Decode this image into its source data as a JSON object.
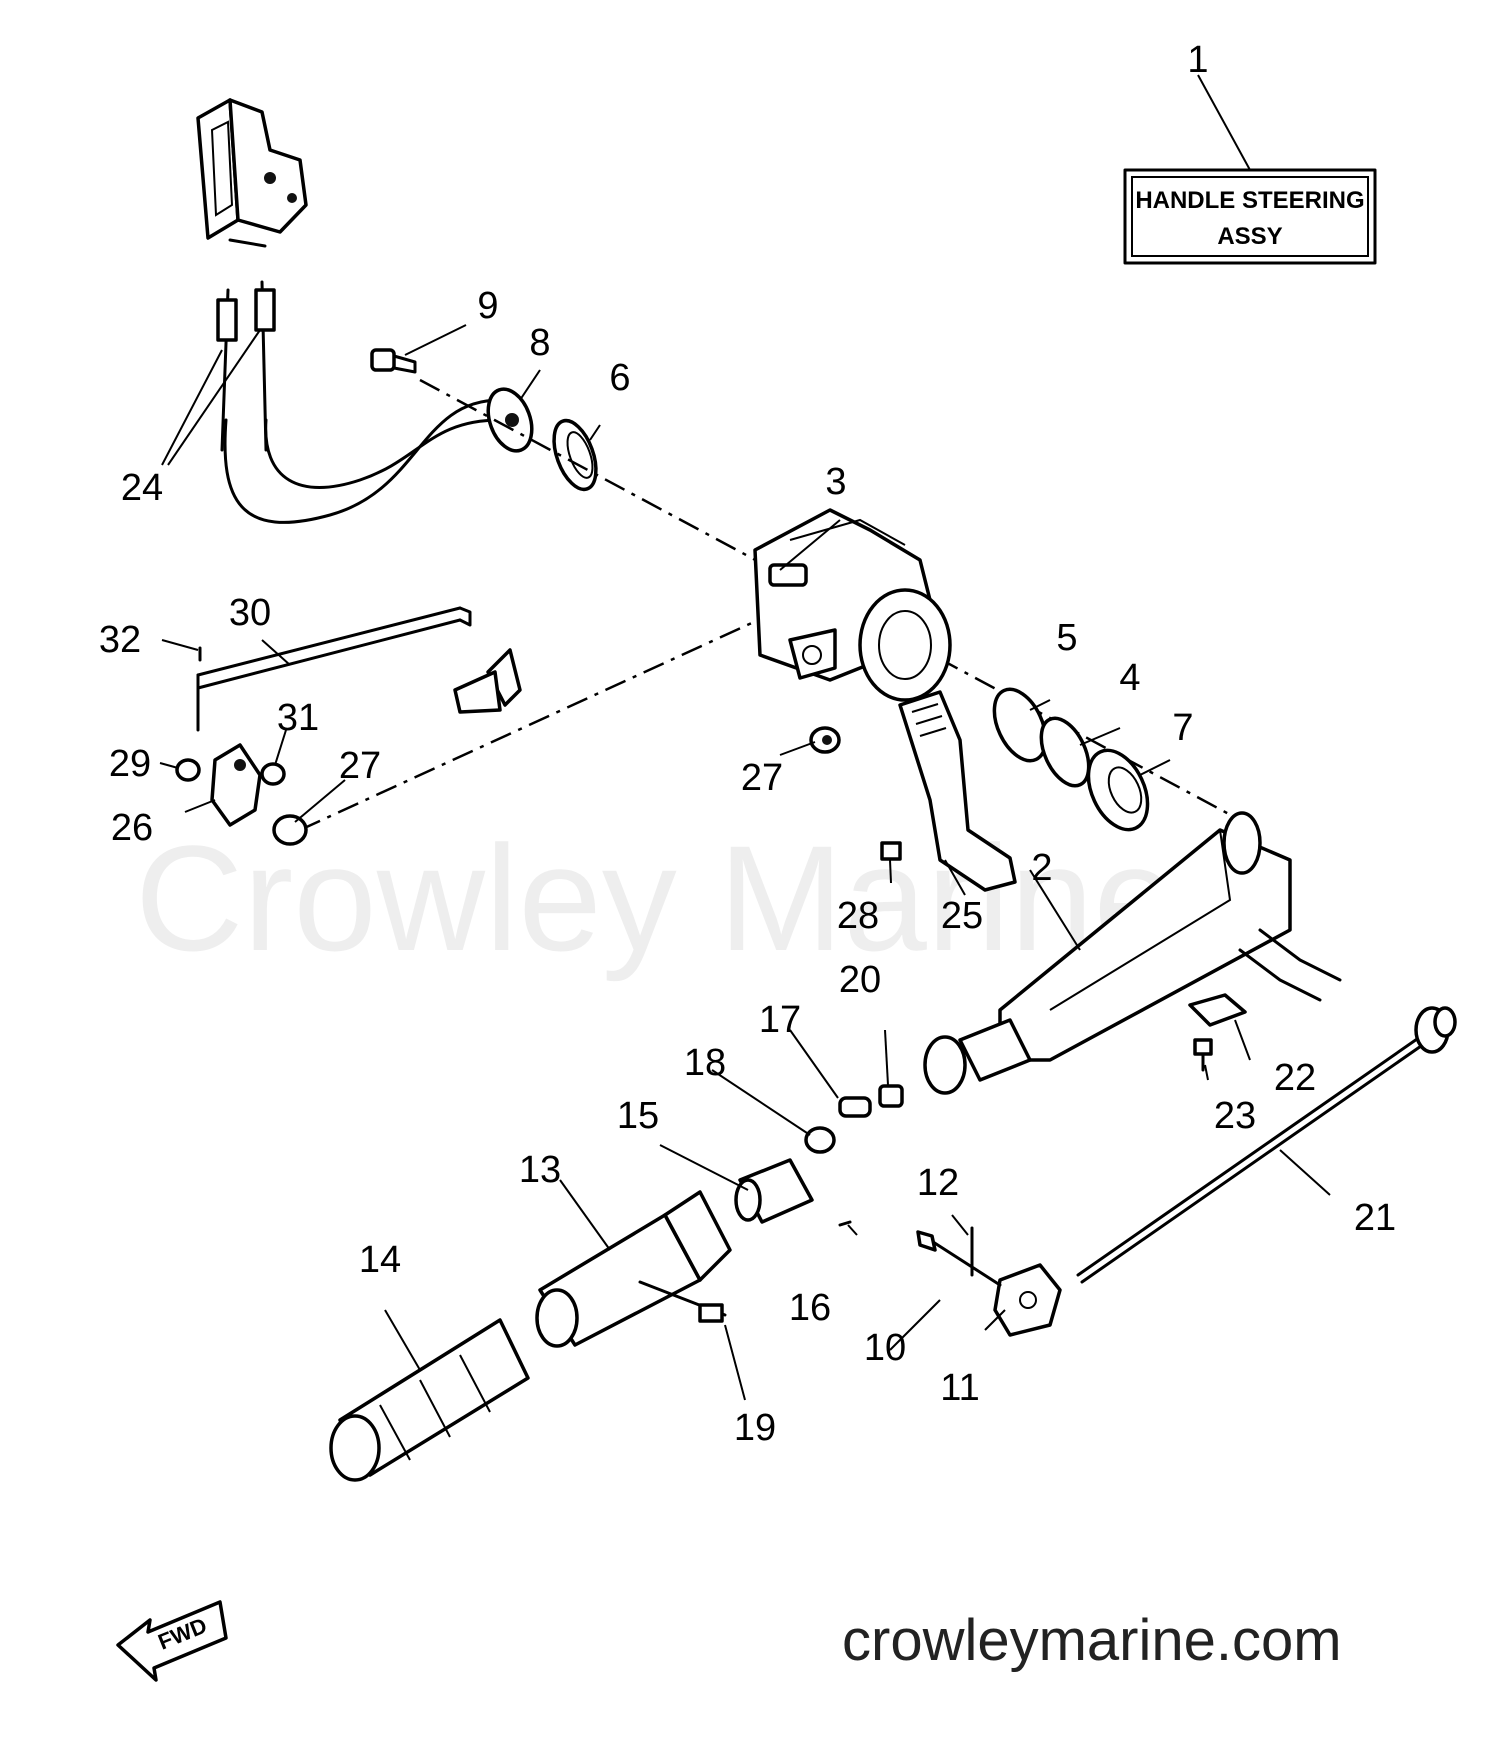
{
  "assembly": {
    "label_line1": "HANDLE STEERING",
    "label_line2": "ASSY"
  },
  "callouts": {
    "c1": "1",
    "c2": "2",
    "c3": "3",
    "c4": "4",
    "c5": "5",
    "c6": "6",
    "c7": "7",
    "c8": "8",
    "c9": "9",
    "c10": "10",
    "c11": "11",
    "c12": "12",
    "c13": "13",
    "c14": "14",
    "c15": "15",
    "c16": "16",
    "c17": "17",
    "c18": "18",
    "c19": "19",
    "c20": "20",
    "c21": "21",
    "c22": "22",
    "c23": "23",
    "c24": "24",
    "c25": "25",
    "c26": "26",
    "c27a": "27",
    "c27b": "27",
    "c28": "28",
    "c29": "29",
    "c30": "30",
    "c31": "31",
    "c32": "32"
  },
  "direction": {
    "label": "FWD"
  },
  "watermark": {
    "text": "Crowley Marine"
  },
  "footer": {
    "site": "crowleymarine.com"
  }
}
